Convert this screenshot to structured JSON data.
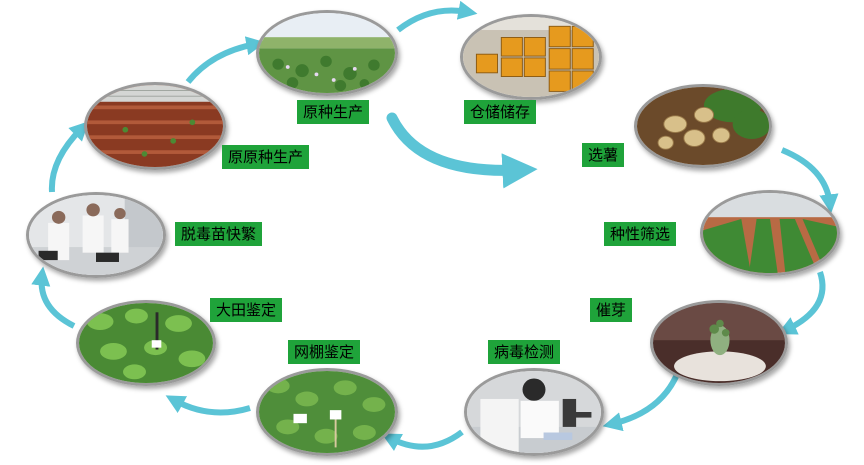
{
  "colors": {
    "label_bg": "#1fa33a",
    "arrow": "#5bc4d6",
    "ring": "#9a9a9a"
  },
  "stages": [
    {
      "id": "yuanzhong",
      "label": "原种生产",
      "photo": "potato-field"
    },
    {
      "id": "cangchu",
      "label": "仓储储存",
      "photo": "warehouse-crates"
    },
    {
      "id": "xuanshu",
      "label": "选薯",
      "photo": "potato-harvest"
    },
    {
      "id": "zhongxing",
      "label": "种性筛选",
      "photo": "greenhouse-rows"
    },
    {
      "id": "cuiya",
      "label": "催芽",
      "photo": "sprouting-tuber"
    },
    {
      "id": "bingdu",
      "label": "病毒检测",
      "photo": "lab-technician"
    },
    {
      "id": "wangpeng",
      "label": "网棚鉴定",
      "photo": "net-house-plants"
    },
    {
      "id": "datian",
      "label": "大田鉴定",
      "photo": "field-plants"
    },
    {
      "id": "tuodu",
      "label": "脱毒苗快繁",
      "photo": "tissue-culture-lab"
    },
    {
      "id": "yuanyuan",
      "label": "原原种生产",
      "photo": "greenhouse-soil"
    }
  ]
}
